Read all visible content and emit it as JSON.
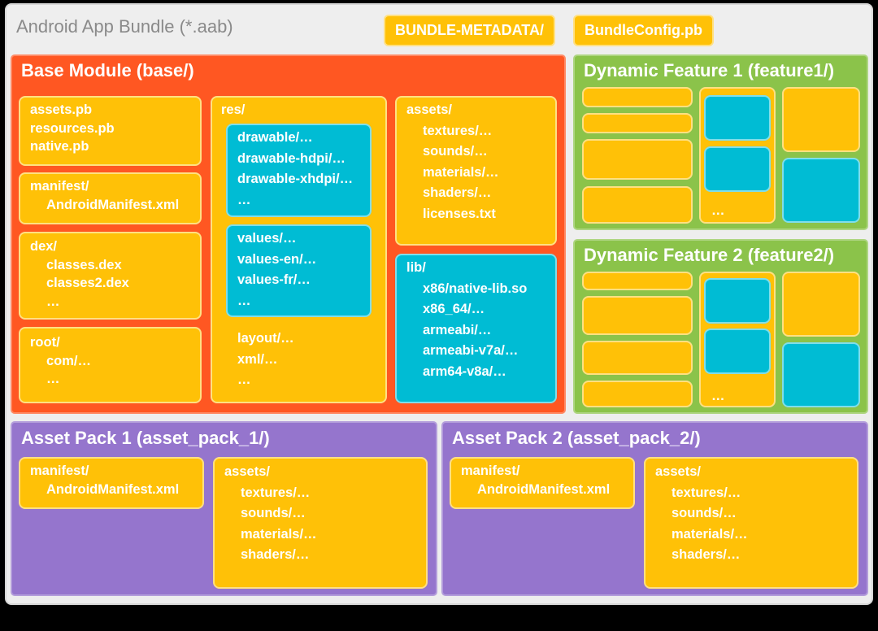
{
  "title": "Android App Bundle (*.aab)",
  "top_tags": [
    "BUNDLE-METADATA/",
    "BundleConfig.pb"
  ],
  "base": {
    "title": "Base Module (base/)",
    "pb_files": [
      "assets.pb",
      "resources.pb",
      "native.pb"
    ],
    "manifest": [
      "manifest/",
      "AndroidManifest.xml"
    ],
    "dex": [
      "dex/",
      "classes.dex",
      "classes2.dex",
      "…"
    ],
    "root": [
      "root/",
      "com/…",
      "…"
    ],
    "res_label": "res/",
    "res_drawable": [
      "drawable/…",
      "drawable-hdpi/…",
      "drawable-xhdpi/…",
      "…"
    ],
    "res_values": [
      "values/…",
      "values-en/…",
      "values-fr/…",
      "…"
    ],
    "res_other": [
      "layout/…",
      "xml/…",
      "…"
    ],
    "assets": [
      "assets/",
      "textures/…",
      "sounds/…",
      "materials/…",
      "shaders/…",
      "licenses.txt"
    ],
    "lib": [
      "lib/",
      "x86/native-lib.so",
      "x86_64/…",
      "armeabi/…",
      "armeabi-v7a/…",
      "arm64-v8a/…"
    ]
  },
  "feature1": {
    "title": "Dynamic Feature 1 (feature1/)",
    "ellipsis": "…"
  },
  "feature2": {
    "title": "Dynamic Feature 2 (feature2/)",
    "ellipsis": "…"
  },
  "asset_pack_1": {
    "title": "Asset Pack 1 (asset_pack_1/)",
    "manifest": [
      "manifest/",
      "AndroidManifest.xml"
    ],
    "assets": [
      "assets/",
      "textures/…",
      "sounds/…",
      "materials/…",
      "shaders/…"
    ]
  },
  "asset_pack_2": {
    "title": "Asset Pack 2 (asset_pack_2/)",
    "manifest": [
      "manifest/",
      "AndroidManifest.xml"
    ],
    "assets": [
      "assets/",
      "textures/…",
      "sounds/…",
      "materials/…",
      "shaders/…"
    ]
  }
}
